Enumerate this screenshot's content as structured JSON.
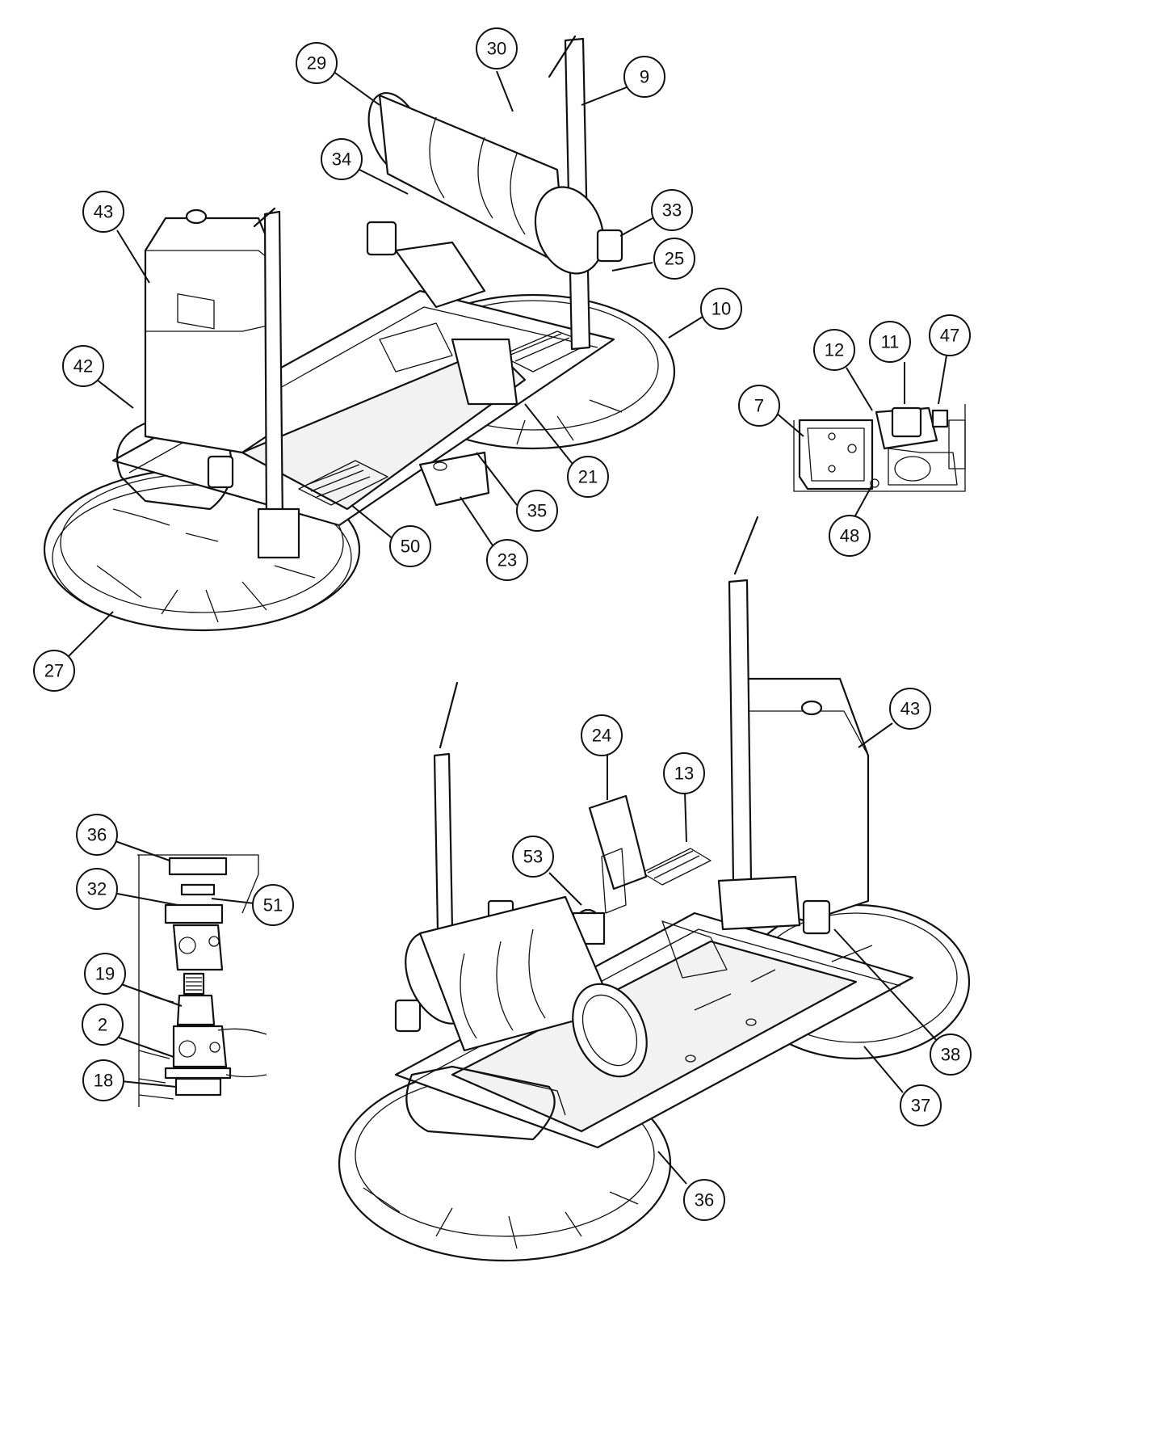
{
  "diagram": {
    "callouts": {
      "c29": "29",
      "c30": "30",
      "c9": "9",
      "c34": "34",
      "c43a": "43",
      "c33": "33",
      "c25": "25",
      "c10": "10",
      "c42": "42",
      "c21": "21",
      "c35": "35",
      "c50": "50",
      "c23": "23",
      "c27": "27",
      "c12": "12",
      "c11": "11",
      "c47": "47",
      "c7": "7",
      "c48": "48",
      "c24": "24",
      "c13": "13",
      "c43b": "43",
      "c53": "53",
      "c36a": "36",
      "c32": "32",
      "c51": "51",
      "c19": "19",
      "c2": "2",
      "c18": "18",
      "c38": "38",
      "c37": "37",
      "c36b": "36"
    }
  }
}
